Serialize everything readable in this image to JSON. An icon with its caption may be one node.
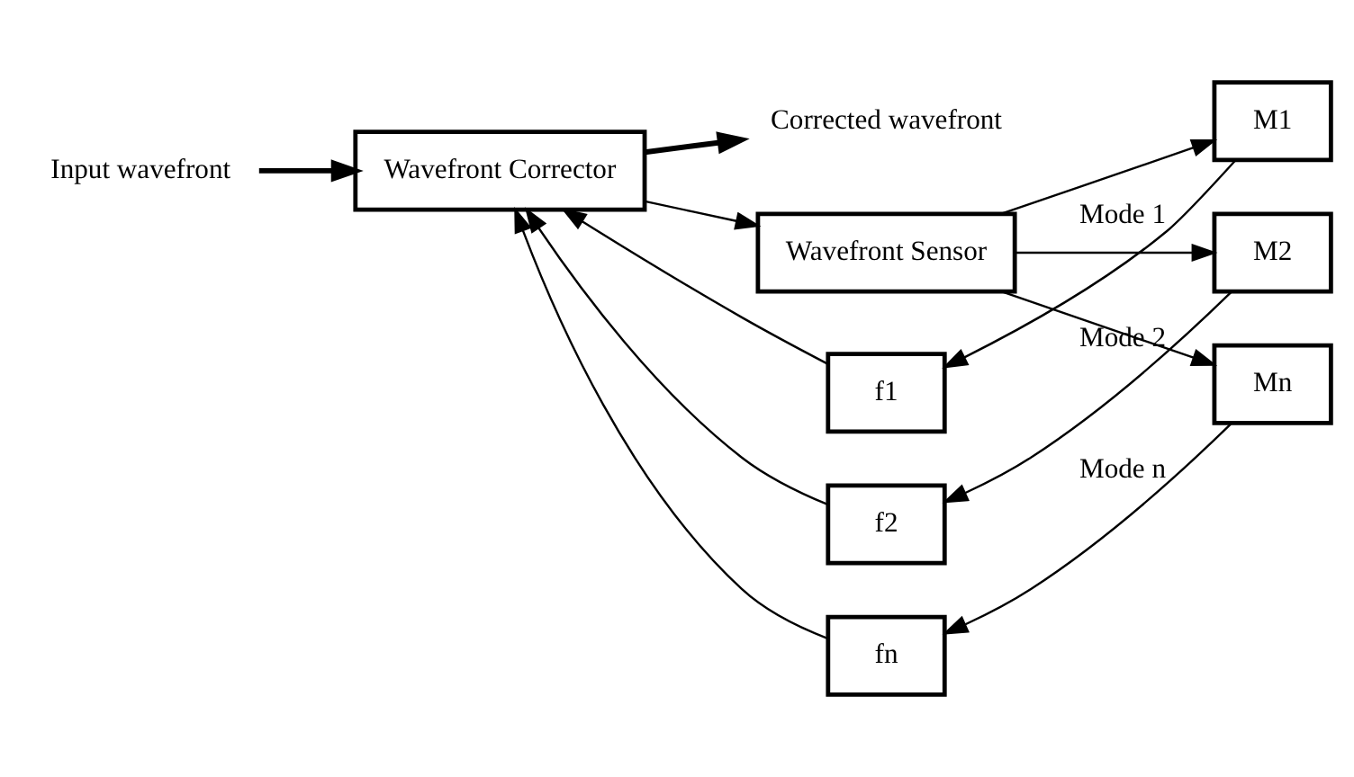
{
  "diagram": {
    "nodes": [
      {
        "text": [
          "Input wavefront"
        ]
      },
      {
        "text": [
          "Wavefront Corrector"
        ]
      },
      {
        "text": [
          "Corrected wavefront"
        ]
      },
      {
        "text": [
          "Wavefront Sensor"
        ]
      },
      {
        "text": [
          "f1"
        ]
      },
      {
        "text": [
          "M1"
        ]
      },
      {
        "text": [
          "f2"
        ]
      },
      {
        "text": [
          "M2"
        ]
      },
      {
        "text": [
          "fn"
        ]
      },
      {
        "text": [
          "Mn"
        ]
      }
    ],
    "edges": [
      {
        "from": 0,
        "to": 1,
        "arrow": "to",
        "style": "thick"
      },
      {
        "from": 1,
        "to": 2,
        "arrow": "to",
        "style": "thick"
      },
      {
        "from": 1,
        "to": 3,
        "arrow": "to"
      },
      {
        "from": 3,
        "to": 5,
        "arrow": "to"
      },
      {
        "from": 3,
        "to": 7,
        "arrow": "to"
      },
      {
        "from": 3,
        "to": 9,
        "arrow": "to"
      },
      {
        "from": 5,
        "to": 4,
        "arrow": "to",
        "label": "Mode 1"
      },
      {
        "from": 7,
        "to": 6,
        "arrow": "to",
        "label": "Mode 2"
      },
      {
        "from": 9,
        "to": 8,
        "arrow": "to",
        "label": "Mode n"
      },
      {
        "from": 4,
        "to": 1,
        "arrow": "to"
      },
      {
        "from": 6,
        "to": 1,
        "arrow": "to"
      },
      {
        "from": 8,
        "to": 1,
        "arrow": "to"
      }
    ]
  }
}
